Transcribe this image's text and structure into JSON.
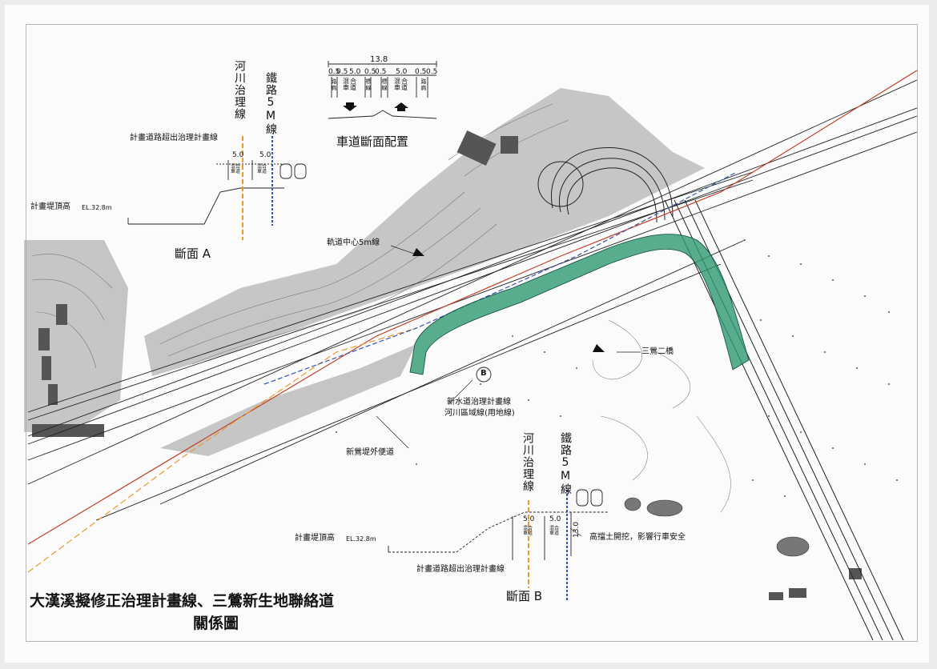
{
  "title": {
    "line1": "大漢溪擬修正治理計畫線、三鶯新生地聯絡道",
    "line2": "關係圖"
  },
  "section_a": {
    "label": "斷面 A",
    "river_line": "河川治理線",
    "rail_line": "鐵路5M線",
    "road_over_label": "計畫道路超出治理計畫線",
    "levee_label": "計畫堤頂高",
    "levee_el": "EL.32.8m",
    "dim_left": "5.0",
    "dim_right": "5.0",
    "lane_left": "混合車道",
    "lane_right": "混合車道"
  },
  "section_b": {
    "label": "斷面 B",
    "river_line": "河川治理線",
    "rail_line": "鐵路5M線",
    "road_over_label": "計畫道路超出治理計畫線",
    "levee_label": "計畫堤頂高",
    "levee_el": "EL.32.8m",
    "dim_left": "5.0",
    "dim_right": "5.0",
    "lane_left": "混合車道",
    "lane_right": "混合車道",
    "height": "13.0",
    "warning": "高擋土開挖，影響行車安全"
  },
  "roadway_section": {
    "title": "車道斷面配置",
    "total_width": "13.8",
    "dims": [
      "0.5",
      "0.5",
      "5.0",
      "0.5",
      "0.5",
      "5.0",
      "0.5",
      "0.5"
    ],
    "lanes": [
      "混合車道",
      "混合車道"
    ],
    "margins": [
      "路肩",
      "標線",
      "標線",
      "路肩"
    ]
  },
  "annotations": {
    "track_center": "軌道中心5m線",
    "new_plan_line": "新水道治理計畫線",
    "river_area_line": "河川區域線(用地線)",
    "detour_road": "新鶯堤外便道",
    "bridge": "三鶯二橋",
    "marker": "B"
  },
  "colors": {
    "river_line": "#e79a2a",
    "rail_line": "#3354b8",
    "connector_road": "#2e9a70",
    "plan_line": "#c0432a"
  }
}
